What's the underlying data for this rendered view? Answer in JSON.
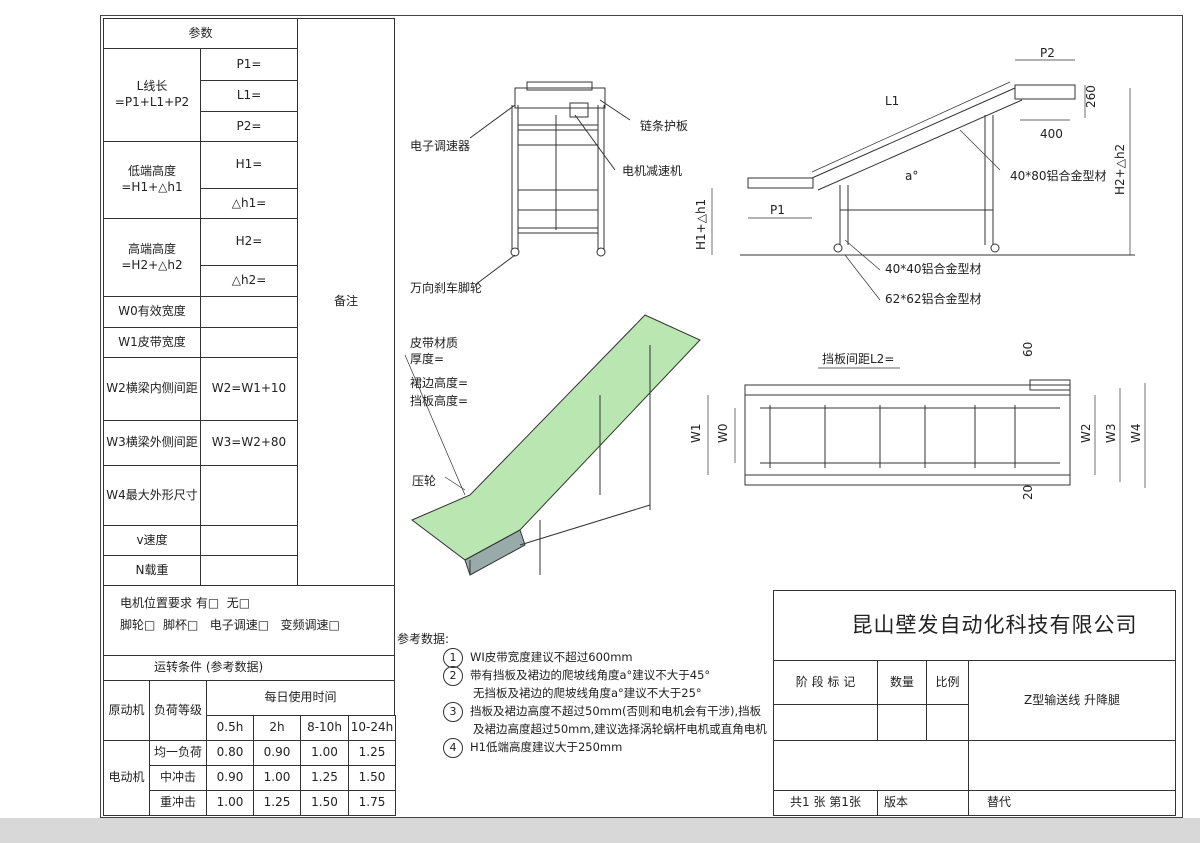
{
  "params": {
    "header": "参数",
    "remark": "备注",
    "L_label": "L线长=P1+L1+P2",
    "P1": "P1=",
    "L1": "L1=",
    "P2": "P2=",
    "H1_label": "低端高度=H1+△h1",
    "H1": "H1=",
    "dh1": "△h1=",
    "H2_label": "高端高度=H2+△h2",
    "H2": "H2=",
    "dh2": "△h2=",
    "W0": "W0有效宽度",
    "W1": "W1皮带宽度",
    "W2": "W2横梁内侧间距",
    "W2v": "W2=W1+10",
    "W3": "W3横梁外侧间距",
    "W3v": "W3=W2+80",
    "W4": "W4最大外形尺寸",
    "v": "v速度",
    "N": "N载重"
  },
  "options": {
    "line1": "电机位置要求 有□  无□",
    "line2": "脚轮□  脚杯□   电子调速□   变频调速□"
  },
  "operating": {
    "title": "运转条件 (参考数据)",
    "col_motor": "原动机",
    "col_load": "负荷等级",
    "col_hours": "每日使用时间",
    "hours": [
      "0.5h",
      "2h",
      "8-10h",
      "10-24h"
    ],
    "motor": "电动机",
    "rows": [
      {
        "load": "均一负荷",
        "v": [
          "0.80",
          "0.90",
          "1.00",
          "1.25"
        ]
      },
      {
        "load": "中冲击",
        "v": [
          "0.90",
          "1.00",
          "1.25",
          "1.50"
        ]
      },
      {
        "load": "重冲击",
        "v": [
          "1.00",
          "1.25",
          "1.50",
          "1.75"
        ]
      }
    ]
  },
  "notes": {
    "title": "参考数据:",
    "items": [
      {
        "n": "1",
        "l": [
          "WI皮带宽度建议不超过600mm"
        ]
      },
      {
        "n": "2",
        "l": [
          "带有挡板及裙边的爬坡线角度a°建议不大于45°",
          "无挡板及裙边的爬坡线角度a°建议不大于25°"
        ]
      },
      {
        "n": "3",
        "l": [
          "挡板及裙边高度不超过50mm(否则和电机会有干涉),挡板",
          "及裙边高度超过50mm,建议选择涡轮蜗杆电机或直角电机"
        ]
      },
      {
        "n": "4",
        "l": [
          "H1低端高度建议大于250mm"
        ]
      }
    ]
  },
  "title_block": {
    "company": "昆山壁发自动化科技有限公司",
    "stage": "阶 段 标 记",
    "qty": "数量",
    "scale": "比例",
    "name": "Z型输送线 升降腿",
    "sheets": "共1 张  第1张",
    "version": "版本",
    "replace": "替代"
  },
  "front_view": {
    "speed_ctrl": "电子调速器",
    "chain_guard": "链条护板",
    "reducer": "电机减速机",
    "caster": "万向刹车脚轮"
  },
  "side_view": {
    "P2": "P2",
    "L1": "L1",
    "d260": "260",
    "d400": "400",
    "P1": "P1",
    "H1": "H1+△h1",
    "H2": "H2+△h2",
    "angle": "a°",
    "prof1": "40*80铝合金型材",
    "prof2": "40*40铝合金型材",
    "prof3": "62*62铝合金型材"
  },
  "iso_view": {
    "belt": "皮带材质",
    "thick": "厚度=",
    "skirt": "裙边高度=",
    "baffle": "挡板高度=",
    "roller": "压轮"
  },
  "top_view": {
    "pitch": "挡板间距L2=",
    "d60": "60",
    "d20": "20",
    "W1": "W1",
    "W0": "W0",
    "W2": "W2",
    "W3": "W3",
    "W4": "W4"
  }
}
